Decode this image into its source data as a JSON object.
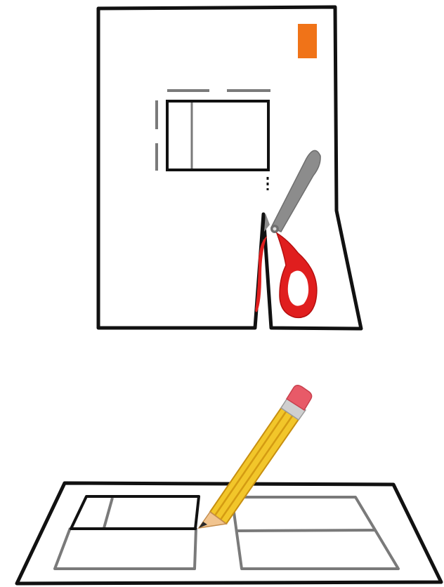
{
  "illustration": {
    "panels": [
      {
        "id": "envelope",
        "items": [
          "envelope",
          "stamp",
          "address-window",
          "scissors"
        ]
      },
      {
        "id": "sheet",
        "items": [
          "paper-sheet",
          "pencil"
        ]
      }
    ]
  },
  "colors": {
    "outline": "#111111",
    "gray_line": "#7a7a7a",
    "stamp": "#f07318",
    "scissor_handle": "#e01e1e",
    "scissor_blade": "#8c8c8c",
    "pencil_body": "#f2c62a",
    "pencil_stripe": "#d49b12",
    "pencil_ferrule": "#cfcfcf",
    "pencil_eraser": "#e85a68",
    "pencil_wood": "#f1c48f"
  },
  "icons": {
    "envelope": "envelope-icon",
    "stamp": "stamp-icon",
    "scissors": "scissors-icon",
    "sheet": "paper-sheet-icon",
    "pencil": "pencil-icon"
  }
}
